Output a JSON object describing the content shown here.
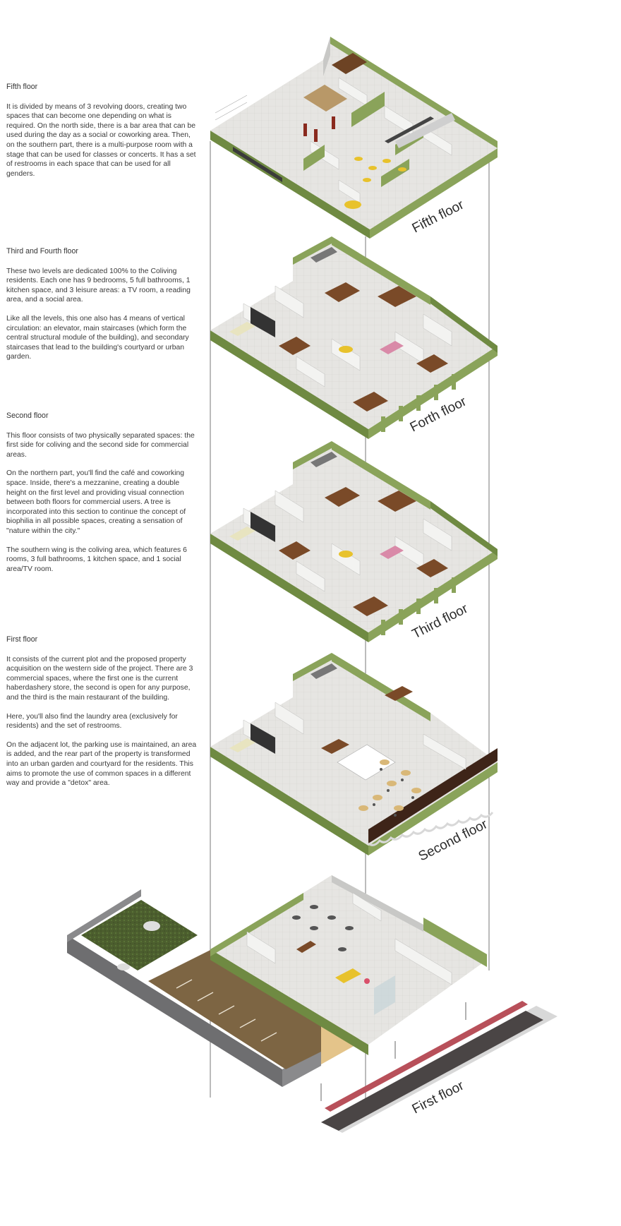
{
  "sections": [
    {
      "heading": "Fifth floor",
      "paragraphs": [
        "It is divided by means of 3 revolving doors, creating two spaces that can become one depending on what is required. On the north side, there is a bar area that can be used during the day as a social or coworking area. Then, on the southern part, there is a multi-purpose room with a stage that can be used for classes or concerts. It has a set of restrooms in each space that can be used for all genders."
      ]
    },
    {
      "heading": "Third and Fourth floor",
      "paragraphs": [
        "These two levels are dedicated 100% to the Coliving residents. Each one has 9 bedrooms, 5 full bathrooms, 1 kitchen space, and 3 leisure areas: a TV room, a reading area, and a social area.",
        "Like all the levels, this one also has 4 means of vertical circulation: an elevator, main staircases (which form the central structural module of the building), and secondary staircases that lead to the building's courtyard or urban garden."
      ]
    },
    {
      "heading": "Second floor",
      "paragraphs": [
        "This floor consists of two physically separated spaces: the first side for coliving and the second side for commercial areas.",
        "On the northern part, you'll find the café and coworking space. Inside, there's a mezzanine, creating a double height on the first level and providing visual connection between both floors for commercial users. A tree is incorporated into this section to continue the concept of biophilia in all possible spaces, creating a sensation of \"nature within the city.\"",
        "The southern wing is the coliving area, which features 6 rooms, 3 full bathrooms, 1 kitchen space, and 1 social area/TV room."
      ]
    },
    {
      "heading": "First floor",
      "paragraphs": [
        "It consists of the current plot and the proposed property acquisition on the western side of the project. There are 3 commercial spaces, where the first one is the current haberdashery store, the second is open for any purpose, and the third is the main restaurant of the building.",
        "Here, you'll also find the laundry area (exclusively for residents) and the set of restrooms.",
        "On the adjacent lot, the parking use is maintained, an area is added, and the rear part of the property is transformed into an urban garden and courtyard for the residents. This aims to promote the use of common spaces in a different way and provide a \"detox\" area."
      ]
    }
  ],
  "floor_labels": [
    "Fifth floor",
    "Forth floor",
    "Third floor",
    "Second floor",
    "First floor"
  ],
  "colors": {
    "wall_green": "#8aa35a",
    "wall_green_dark": "#5f7838",
    "floor_grey": "#e4e4e2",
    "wood": "#7a4a28",
    "yellow": "#e8c22c",
    "pink": "#d98aa8",
    "parking": "#7d6543",
    "garden": "#4c5e2e",
    "street": "#4a4545",
    "bikelane": "#b8505a",
    "text": "#3a3a3a"
  }
}
